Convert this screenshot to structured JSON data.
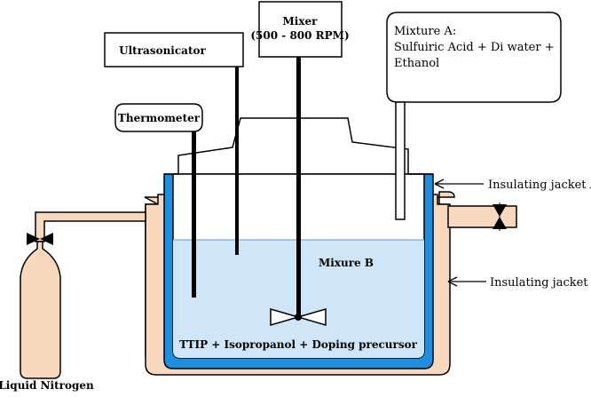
{
  "labels": {
    "mixer_line1": "Mixer",
    "mixer_line2": "(500 - 800 RPM)",
    "ultrasonicator": "Ultrasonicator",
    "thermometer": "Thermometer",
    "mixture_a_line1": "Mixture A:",
    "mixture_a_line2": "Sulfuiric Acid + Di water +",
    "mixture_a_line3": "Ethanol",
    "insulating_jacket_a": "Insulating jacket A",
    "insulating_jacket_b": "Insulating jacket B",
    "mixture_b": "Mixure B",
    "solution_contents": "TTIP + Isopropanol + Doping precursor",
    "liquid_nitrogen": "Liquid Nitrogen"
  },
  "colors": {
    "outer_jacket_fill": "#f9d9bd",
    "inner_jacket_fill": "#1c8fe0",
    "liquid_fill": "#cfe6f8",
    "gas_fill": "#ffffff",
    "outline": "#000000",
    "callout_fill": "#ffffff"
  },
  "icons": {
    "valve": "bowtie-valve-icon",
    "impeller": "impeller-icon",
    "arrow": "left-arrow-icon"
  }
}
